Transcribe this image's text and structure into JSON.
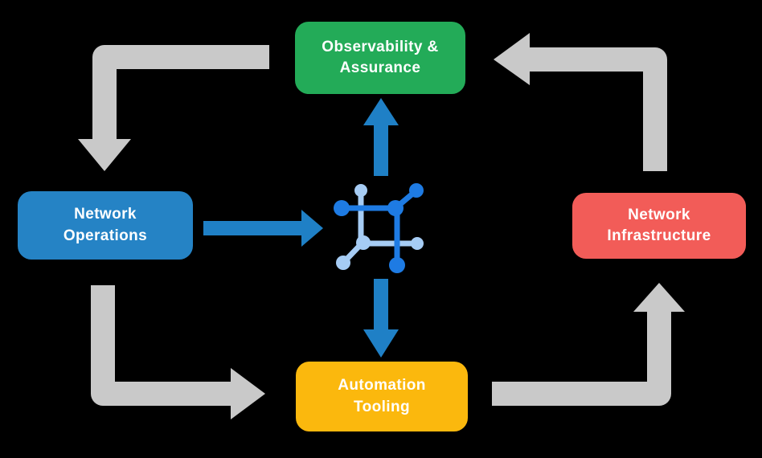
{
  "diagram": {
    "type": "cycle-flow-diagram",
    "background_color": "#000000",
    "nodes": {
      "observability": {
        "label": "Observability & Assurance",
        "lines": [
          "Observability &",
          "Assurance"
        ],
        "color": "#23AB58",
        "text_color": "#FFFFFF",
        "position": "top-center"
      },
      "operations": {
        "label": "Network Operations",
        "lines": [
          "Network",
          "Operations"
        ],
        "color": "#2583C5",
        "text_color": "#FFFFFF",
        "position": "middle-left"
      },
      "infrastructure": {
        "label": "Network Infrastructure",
        "lines": [
          "Network",
          "Infrastructure"
        ],
        "color": "#F25C58",
        "text_color": "#FFFFFF",
        "position": "middle-right"
      },
      "automation": {
        "label": "Automation Tooling",
        "lines": [
          "Automation",
          "Tooling"
        ],
        "color": "#FBB80D",
        "text_color": "#FFFFFF",
        "position": "bottom-center"
      }
    },
    "center_icon": {
      "name": "network-mesh-icon",
      "description": "square mesh node icon with connected dots",
      "dark_blue": "#1E7BE3",
      "light_blue": "#A6CCF4"
    },
    "edges": [
      {
        "from": "observability-assurance",
        "to": "network-operations",
        "color": "#C9C9C9",
        "shape": "elbow-down"
      },
      {
        "from": "network-operations",
        "to": "automation-tooling",
        "color": "#C9C9C9",
        "shape": "elbow-right"
      },
      {
        "from": "automation-tooling",
        "to": "network-infrastructure",
        "color": "#C9C9C9",
        "shape": "elbow-up"
      },
      {
        "from": "network-infrastructure",
        "to": "observability-assurance",
        "color": "#C9C9C9",
        "shape": "elbow-left"
      },
      {
        "from": "network-operations",
        "to": "center-icon",
        "color": "#1F80C6",
        "shape": "straight-right"
      },
      {
        "from": "center-icon",
        "to": "observability-assurance",
        "color": "#1F80C6",
        "shape": "straight-up"
      },
      {
        "from": "center-icon",
        "to": "automation-tooling",
        "color": "#1F80C6",
        "shape": "straight-down"
      }
    ],
    "arrow_colors": {
      "gray": "#C9C9C9",
      "blue": "#1F80C6"
    }
  }
}
